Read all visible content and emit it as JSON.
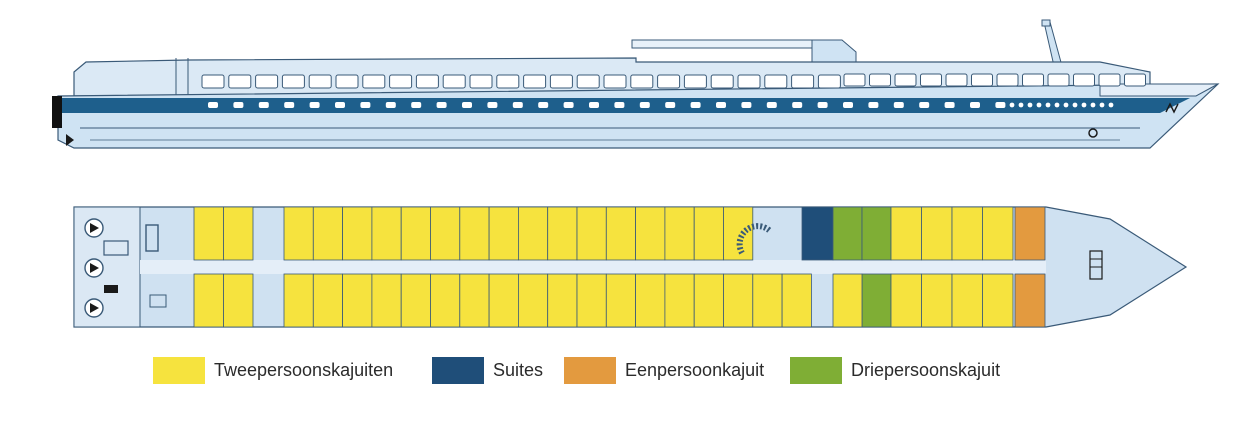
{
  "colors": {
    "hull_fill": "#cfe3f3",
    "outline": "#3a5a78",
    "stripe": "#1e5f8c",
    "cabin_yellow": "#f6e33e",
    "suite_blue": "#1f4e79",
    "single_orange": "#e39a3f",
    "triple_green": "#7fae35",
    "deck_bg": "#cfe1f1",
    "corridor": "#e4eef8"
  },
  "profile": {
    "icons": [
      "propeller-icon",
      "anchor-icon",
      "flag-icon"
    ]
  },
  "deck": {
    "icons": [
      "staircase-icon",
      "spiral-stair-icon",
      "engine-icon",
      "lift-icon"
    ]
  },
  "legend": [
    {
      "label": "Tweepersoonskajuiten",
      "color": "#f6e33e"
    },
    {
      "label": "Suites",
      "color": "#1f4e79"
    },
    {
      "label": "Eenpersoonkajuit",
      "color": "#e39a3f"
    },
    {
      "label": "Driepersoonskajuit",
      "color": "#7fae35"
    }
  ]
}
